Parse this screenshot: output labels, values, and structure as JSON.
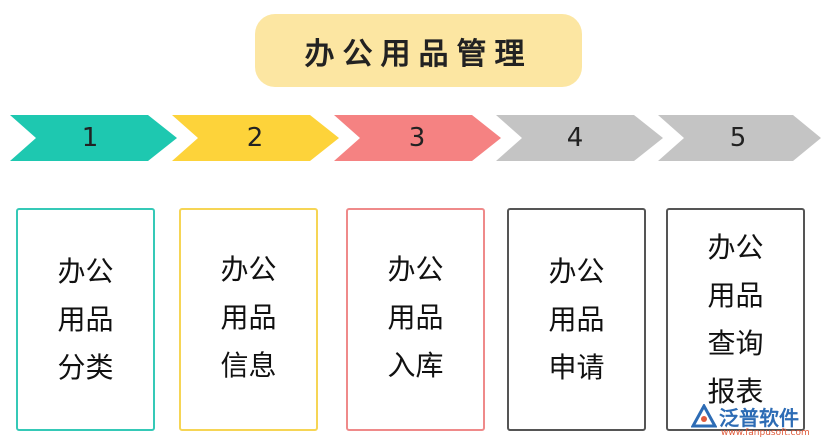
{
  "title": "办公用品管理",
  "colors": {
    "title_bg": "#fce6a2",
    "step1": "#1ec8b0",
    "step2": "#fdd33a",
    "step3": "#f58282",
    "step4": "#c4c4c4",
    "step5": "#c4c4c4"
  },
  "steps": [
    {
      "number": "1",
      "color": "#1ec8b0",
      "border": "#35c9b7"
    },
    {
      "number": "2",
      "color": "#fdd33a",
      "border": "#f6d555"
    },
    {
      "number": "3",
      "color": "#f58282",
      "border": "#ef8a8a"
    },
    {
      "number": "4",
      "color": "#c4c4c4",
      "border": "#555555"
    },
    {
      "number": "5",
      "color": "#c4c4c4",
      "border": "#555555"
    }
  ],
  "cards": [
    {
      "lines": [
        "办公",
        "用品",
        "分类"
      ]
    },
    {
      "lines": [
        "办公",
        "用品",
        "信息"
      ]
    },
    {
      "lines": [
        "办公",
        "用品",
        "入库"
      ]
    },
    {
      "lines": [
        "办公",
        "用品",
        "申请"
      ]
    },
    {
      "lines": [
        "办公",
        "用品",
        "查询",
        "报表"
      ]
    }
  ],
  "watermark": {
    "name": "泛普软件",
    "url": "www.fanpusoft.com"
  }
}
